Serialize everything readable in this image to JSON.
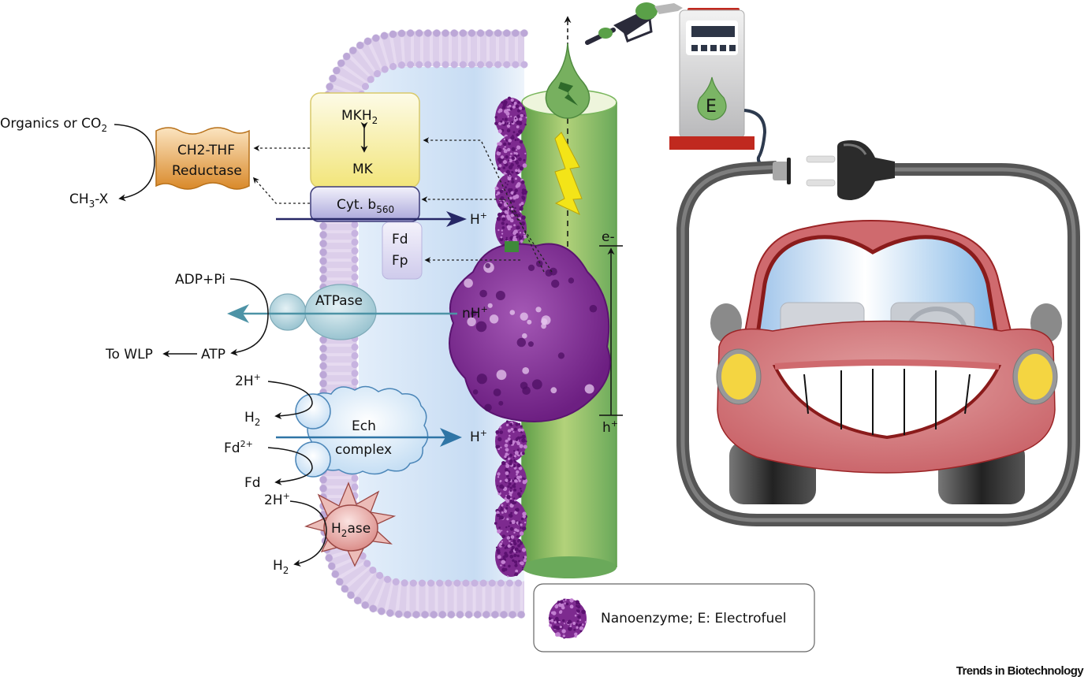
{
  "figure": {
    "credit": "Trends in Biotechnology",
    "colors": {
      "membrane_head": "#c9b6e0",
      "membrane_tail": "#e6daf0",
      "cytoplasm": "#cfe2f5",
      "electrode_green": "#79b65c",
      "electrode_light": "#b6d27a",
      "nanoenzyme": "#7d2a8f",
      "mk_box": "#f7ee9e",
      "cyt_box": "#c9c8ea",
      "reductase": "#e7a64a",
      "atpase": "#a7ccd6",
      "ech": "#d4e8f8",
      "h2ase": "#e7a9a6",
      "lightning": "#f3e418",
      "pump_red": "#c0291f",
      "car_red": "#cf6a6e"
    }
  },
  "reductase": {
    "line1": "CH2-THF",
    "line2": "Reductase",
    "input": "Organics or CO",
    "input_sub": "2",
    "output_main": "CH",
    "output_sub": "3",
    "output_tail": "-X"
  },
  "mk_box": {
    "top": "MKH",
    "top_sub": "2",
    "bottom": "MK"
  },
  "cyt": {
    "label": "Cyt. b",
    "sub": "560"
  },
  "proton_cyt": {
    "base": "H",
    "sup": "+"
  },
  "fd_box": {
    "line1": "Fd",
    "line2": "Fp"
  },
  "atpase": {
    "label": "ATPase",
    "input": "ADP+Pi",
    "product": "ATP",
    "destination": "To WLP",
    "proton": "nH",
    "proton_sup": "+"
  },
  "ech": {
    "line1": "Ech",
    "line2": "complex",
    "in_top": "2H",
    "in_top_sup": "+",
    "out_top": "H",
    "out_top_sub": "2",
    "in_bottom": "Fd",
    "in_bottom_sup": "2+",
    "out_bottom": "Fd",
    "proton": "H",
    "proton_sup": "+"
  },
  "h2ase": {
    "label_main": "H",
    "label_sub": "2",
    "label_tail": "ase",
    "input": "2H",
    "input_sup": "+",
    "output": "H",
    "output_sub": "2"
  },
  "electrode": {
    "e_label": "e-",
    "h_label": "h",
    "h_sup": "+"
  },
  "fuel_pump": {
    "drop_letter": "E"
  },
  "legend": {
    "text": "Nanoenzyme; E: Electrofuel"
  }
}
